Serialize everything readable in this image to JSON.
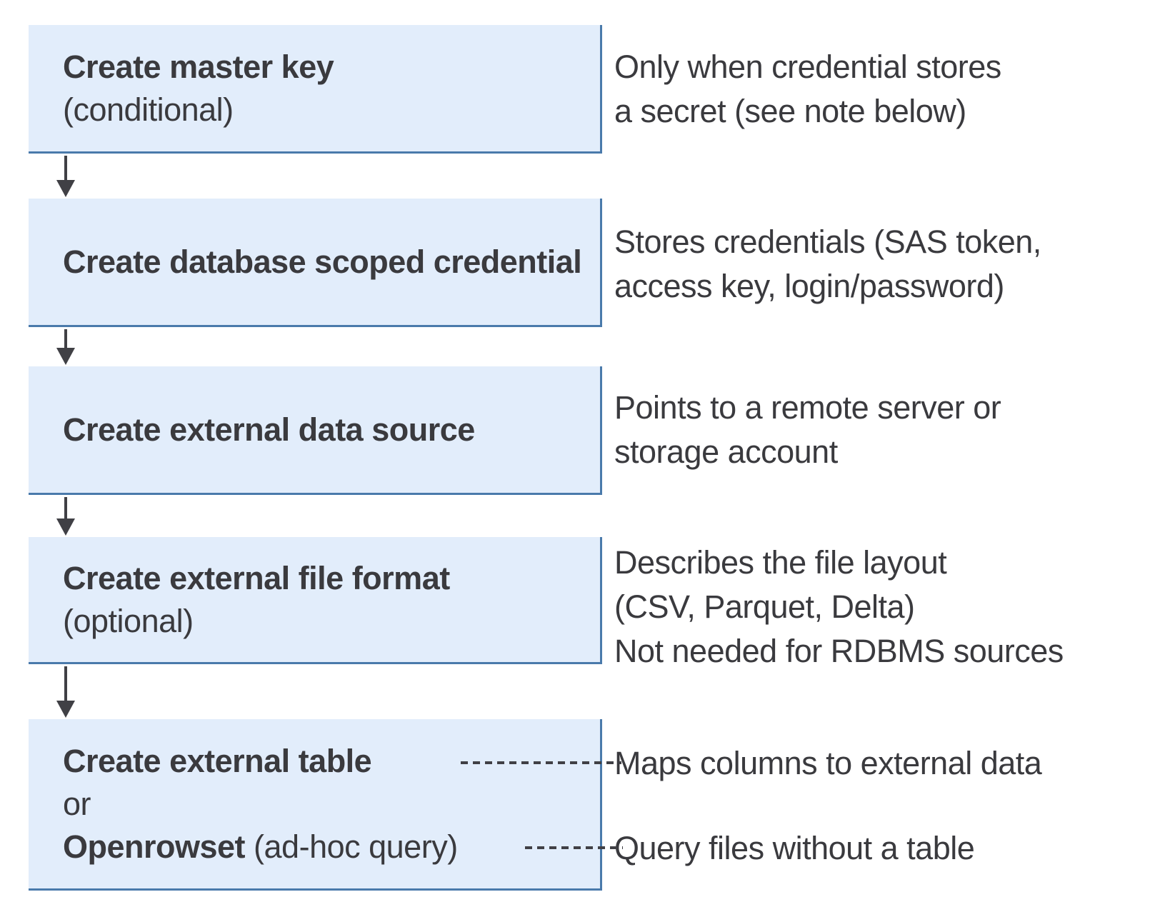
{
  "colors": {
    "box_fill": "#e2edfb",
    "box_border": "#4a7aab",
    "text": "#3a3a3e",
    "arrow": "#404045",
    "dash": "#404045",
    "background": "#ffffff"
  },
  "boxes": [
    {
      "title": "Create master key",
      "qualifier": "(conditional)"
    },
    {
      "title": "Create database scoped credential"
    },
    {
      "title": "Create external data source"
    },
    {
      "title": "Create external file format",
      "qualifier": "(optional)"
    },
    {
      "line1": "Create external table",
      "line2": "or",
      "line3_bold": "Openrowset",
      "line3_rest": " (ad-hoc query)"
    }
  ],
  "annotations": [
    {
      "lines": [
        "Only when credential stores",
        "a secret (see note below)"
      ]
    },
    {
      "lines": [
        "Stores credentials (SAS token,",
        "access key, login/password)"
      ]
    },
    {
      "lines": [
        "Points to a remote server or",
        "storage account"
      ]
    },
    {
      "lines": [
        "Describes the file layout",
        "(CSV, Parquet, Delta)",
        "Not needed for RDBMS sources"
      ]
    },
    {
      "lines": [
        "Maps columns to external data"
      ]
    },
    {
      "lines": [
        "Query files without a table"
      ]
    }
  ]
}
